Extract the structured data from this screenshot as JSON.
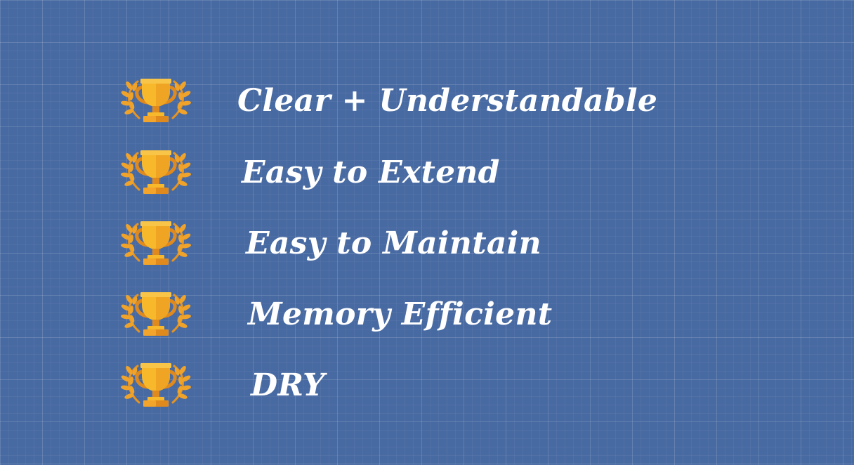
{
  "colors": {
    "background": "#486aa2",
    "text": "#ffffff",
    "trophy_gold": "#f7b92b",
    "trophy_dark": "#e08a1e",
    "laurel": "#f0a32a"
  },
  "icon": "trophy-laurel-icon",
  "items": [
    {
      "label": "Clear + Understandable"
    },
    {
      "label": "Easy to Extend"
    },
    {
      "label": "Easy to Maintain"
    },
    {
      "label": "Memory Efficient"
    },
    {
      "label": "DRY"
    }
  ]
}
